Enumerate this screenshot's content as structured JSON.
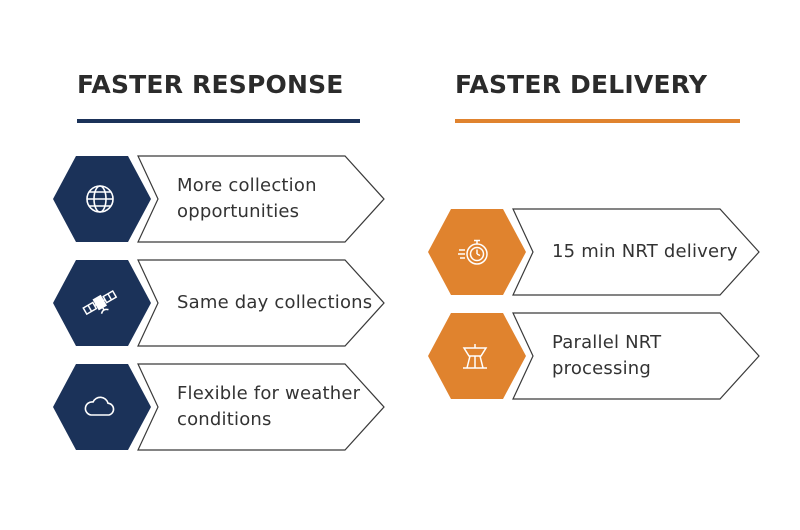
{
  "colors": {
    "navy": "#1b3259",
    "orange": "#e0832e",
    "text": "#333333",
    "outline": "#3a3a3a"
  },
  "left_column": {
    "title": "FASTER RESPONSE",
    "items": [
      {
        "icon": "globe-icon",
        "text": "More collection opportunities"
      },
      {
        "icon": "satellite-icon",
        "text": "Same day collections"
      },
      {
        "icon": "cloud-icon",
        "text": "Flexible for weather conditions"
      }
    ]
  },
  "right_column": {
    "title": "FASTER DELIVERY",
    "items": [
      {
        "icon": "stopwatch-icon",
        "text": "15 min NRT delivery"
      },
      {
        "icon": "ground-station-icon",
        "text": "Parallel NRT processing"
      }
    ]
  }
}
